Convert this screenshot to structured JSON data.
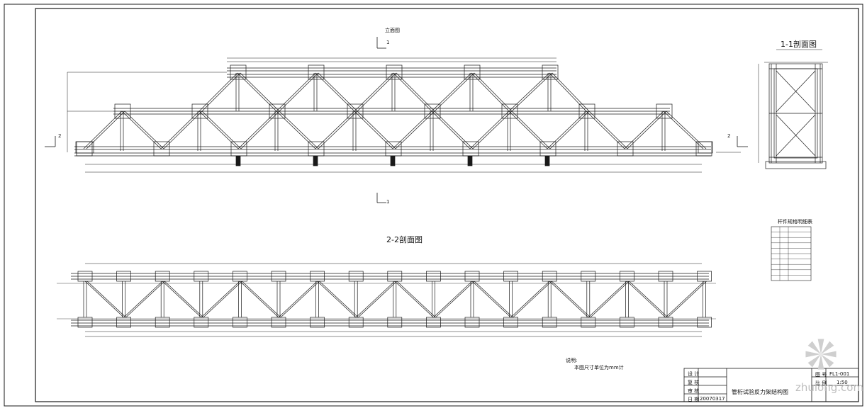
{
  "drawing": {
    "view_labels": {
      "elevation": "立面图",
      "section_1_1": "1-1剖面图",
      "section_2_2": "2-2剖面图",
      "section_mark_1": "1",
      "section_mark_2": "2",
      "table_title": "杆件规格明细表"
    },
    "notes": {
      "heading": "说明:",
      "line1": "本图尺寸单位为mm计"
    },
    "title_block": {
      "row_designer": "设 计",
      "row_checker": "复 核",
      "row_reviewer": "审 核",
      "row_date_label": "日 期",
      "date": "20070317",
      "drawing_name": "管桁试验反力架结构图",
      "label_number": "图 号",
      "number": "FL1-001",
      "label_scale": "比 例",
      "scale": "1:50"
    },
    "watermark": {
      "text": "zhulong.com"
    },
    "colors": {
      "line": "#1a1a1a",
      "background": "#ffffff",
      "watermark": "#bdbdbd"
    }
  }
}
